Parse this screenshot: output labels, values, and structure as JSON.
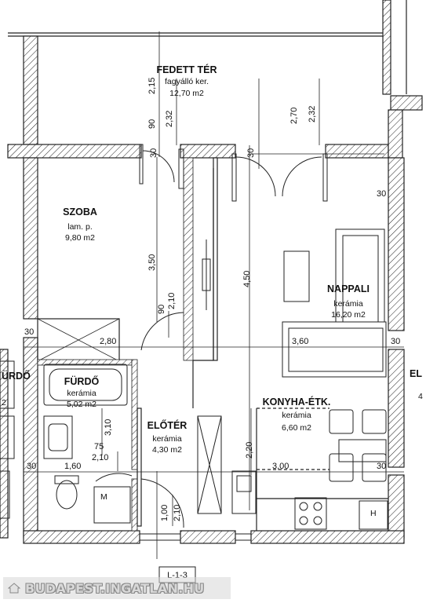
{
  "rooms": {
    "fedett_ter": {
      "name": "FEDETT TÉR",
      "finish": "fagyálló ker.",
      "area": "12,70 m2"
    },
    "szoba": {
      "name": "SZOBA",
      "finish": "lam. p.",
      "area": "9,80 m2"
    },
    "nappali": {
      "name": "NAPPALI",
      "finish": "kerámia",
      "area": "16,20 m2"
    },
    "furdo": {
      "name": "FÜRDŐ",
      "finish": "kerámia",
      "area": "5,02 m2"
    },
    "eloter": {
      "name": "ELŐTÉR",
      "finish": "kerámia",
      "area": "4,30 m2"
    },
    "konyha": {
      "name": "KONYHA-ÉTK.",
      "finish": "kerámia",
      "area": "6,60 m2"
    }
  },
  "dimensions": {
    "d215": "2,15",
    "d232a": "2,32",
    "d270": "2,70",
    "d232b": "2,32",
    "d90a": "90",
    "d30a": "30",
    "d30b": "30",
    "d30c": "30",
    "d350": "3,50",
    "d450": "4,50",
    "d90b": "90",
    "d210a": "2,10",
    "d30d": "30",
    "d280": "2,80",
    "d360": "3,60",
    "d30e": "30",
    "d310": "3,10",
    "d75": "75",
    "d210b": "2,10",
    "d30f": "30",
    "d160": "1,60",
    "d220": "2,20",
    "d300": "3,00",
    "d30g": "30",
    "d100": "1,00",
    "d210c": "2,10"
  },
  "fixtures": {
    "washer_label": "M",
    "heater_label": "H"
  },
  "partial": {
    "left_name": "ÜRDŐ",
    "left_area": "2",
    "right_name": "EL",
    "right_area": "4"
  },
  "plan_label": "L-1-3",
  "watermark": "BUDAPEST.INGATLAN.HU"
}
